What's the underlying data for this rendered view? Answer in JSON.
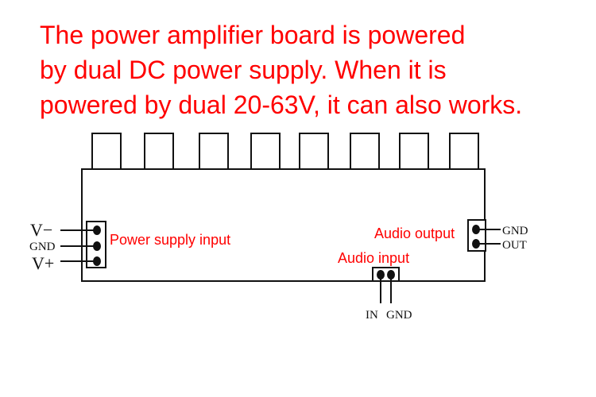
{
  "heading": {
    "lines": [
      "The power amplifier board is powered",
      "by dual DC power supply. When it is",
      "powered by dual 20-63V, it can also works."
    ],
    "color": "#ff0000"
  },
  "board": {
    "heatsink_tab_count": 8,
    "power_connector": {
      "label": "Power supply input",
      "pins": [
        "V−",
        "GND",
        "V+"
      ]
    },
    "audio_output_connector": {
      "label": "Audio output",
      "pins": [
        "GND",
        "OUT"
      ]
    },
    "audio_input_connector": {
      "label": "Audio input",
      "pins": [
        "IN",
        "GND"
      ]
    }
  }
}
